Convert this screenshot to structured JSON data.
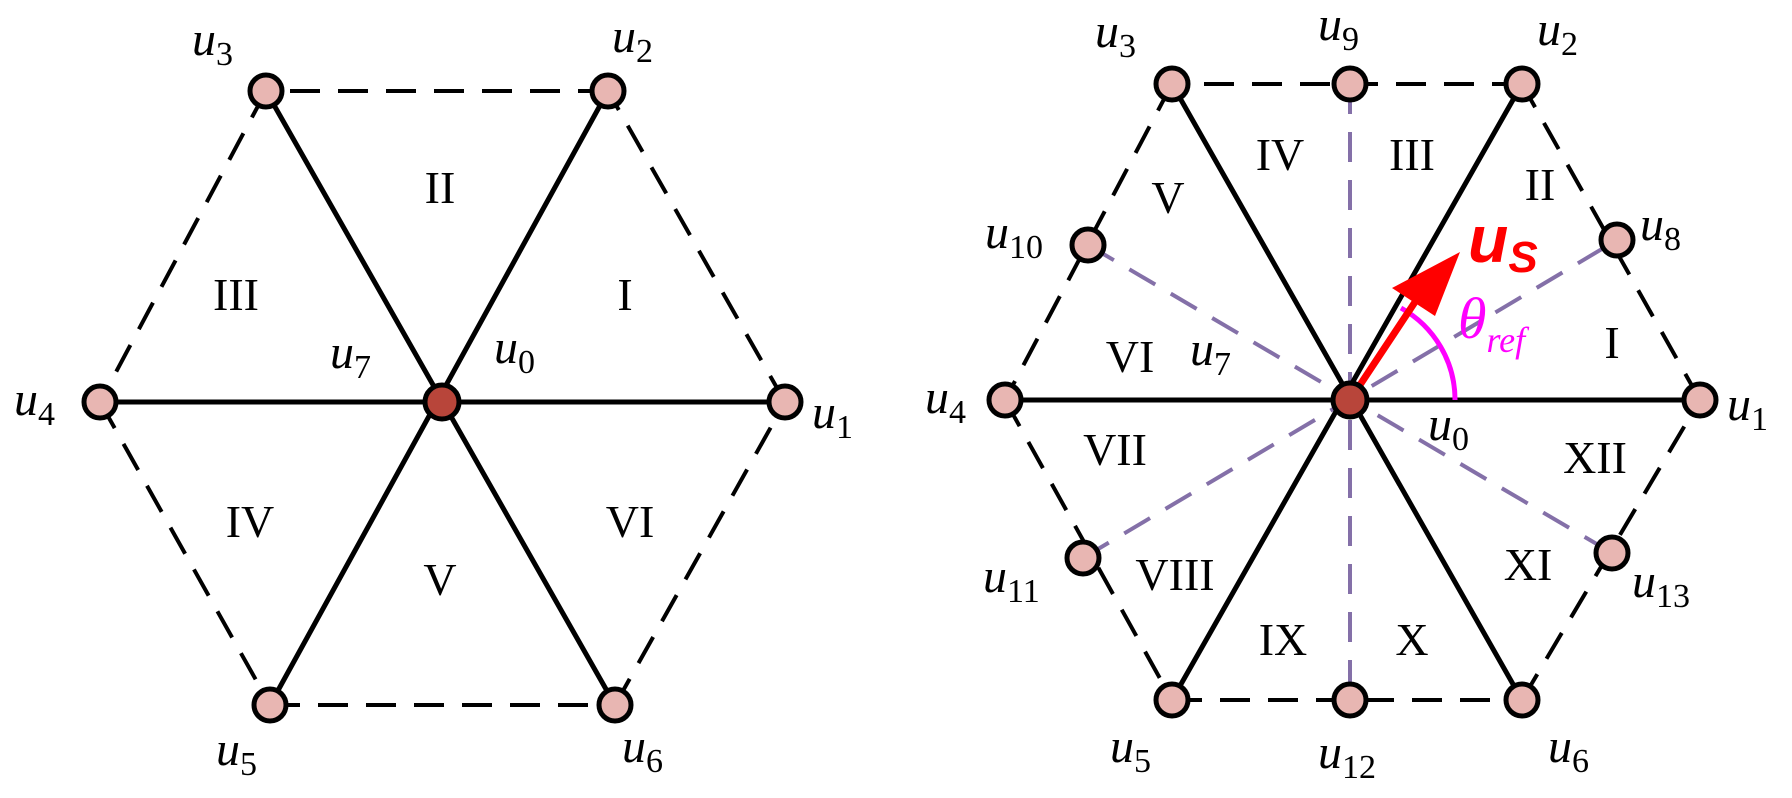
{
  "left": {
    "vertex_labels": {
      "u1": {
        "base": "u",
        "sub": "1"
      },
      "u2": {
        "base": "u",
        "sub": "2"
      },
      "u3": {
        "base": "u",
        "sub": "3"
      },
      "u4": {
        "base": "u",
        "sub": "4"
      },
      "u5": {
        "base": "u",
        "sub": "5"
      },
      "u6": {
        "base": "u",
        "sub": "6"
      },
      "u7": {
        "base": "u",
        "sub": "7"
      },
      "u0": {
        "base": "u",
        "sub": "0"
      }
    },
    "regions": {
      "r1": "I",
      "r2": "II",
      "r3": "III",
      "r4": "IV",
      "r5": "V",
      "r6": "VI"
    }
  },
  "right": {
    "vertex_labels": {
      "u1": {
        "base": "u",
        "sub": "1"
      },
      "u2": {
        "base": "u",
        "sub": "2"
      },
      "u3": {
        "base": "u",
        "sub": "3"
      },
      "u4": {
        "base": "u",
        "sub": "4"
      },
      "u5": {
        "base": "u",
        "sub": "5"
      },
      "u6": {
        "base": "u",
        "sub": "6"
      },
      "u7": {
        "base": "u",
        "sub": "7"
      },
      "u0": {
        "base": "u",
        "sub": "0"
      },
      "u8": {
        "base": "u",
        "sub": "8"
      },
      "u9": {
        "base": "u",
        "sub": "9"
      },
      "u10": {
        "base": "u",
        "sub": "10"
      },
      "u11": {
        "base": "u",
        "sub": "11"
      },
      "u12": {
        "base": "u",
        "sub": "12"
      },
      "u13": {
        "base": "u",
        "sub": "13"
      }
    },
    "regions": {
      "r1": "I",
      "r2": "II",
      "r3": "III",
      "r4": "IV",
      "r5": "V",
      "r6": "VI",
      "r7": "VII",
      "r8": "VIII",
      "r9": "IX",
      "r10": "X",
      "r11": "XI",
      "r12": "XII"
    },
    "vector_label": {
      "base": "u",
      "sub": "S"
    },
    "angle_label": {
      "base": "θ",
      "sub": "ref"
    }
  },
  "colors": {
    "vector": "#ff0000",
    "angle": "#ff00ff",
    "sector_dash": "#8470a8",
    "node_fill": "#e8b6b2",
    "center_fill": "#b8453a"
  }
}
